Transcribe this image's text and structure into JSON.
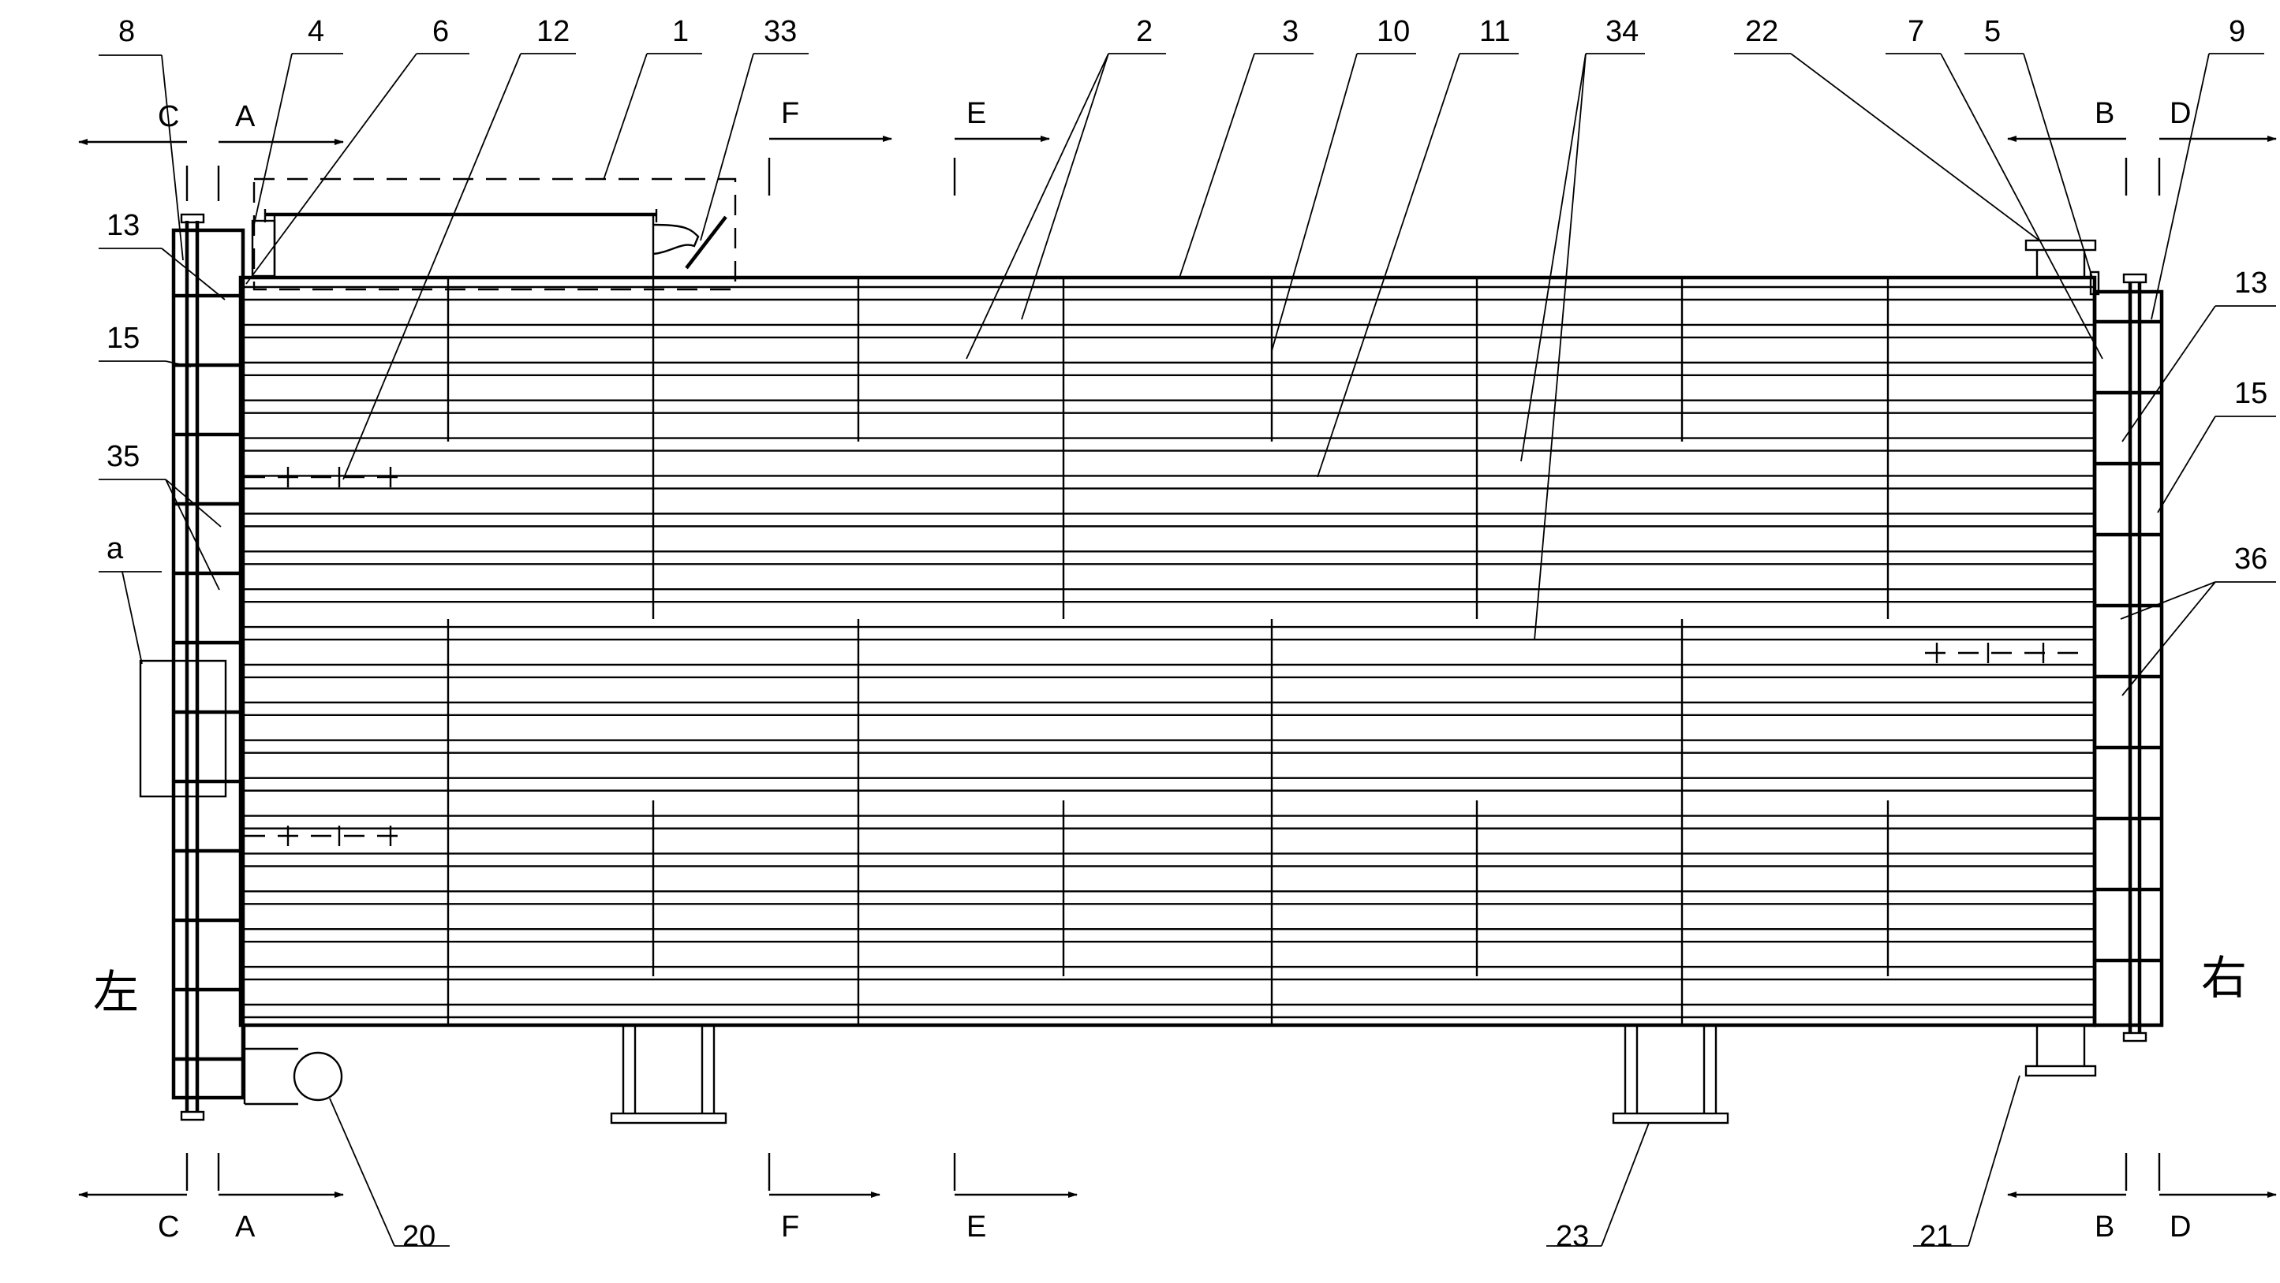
{
  "callouts": {
    "n1": "1",
    "n2": "2",
    "n3": "3",
    "n4": "4",
    "n5": "5",
    "n6": "6",
    "n7": "7",
    "n8": "8",
    "n9": "9",
    "n10": "10",
    "n11": "11",
    "n12": "12",
    "n13_left": "13",
    "n13_right": "13",
    "n15_left": "15",
    "n15_right": "15",
    "n20": "20",
    "n21": "21",
    "n22": "22",
    "n23": "23",
    "n33": "33",
    "n34": "34",
    "n35": "35",
    "n36": "36",
    "a": "a"
  },
  "sections": {
    "C": "C",
    "A": "A",
    "F": "F",
    "E": "E",
    "B": "B",
    "D": "D"
  },
  "sides": {
    "left": "左",
    "right": "右"
  }
}
